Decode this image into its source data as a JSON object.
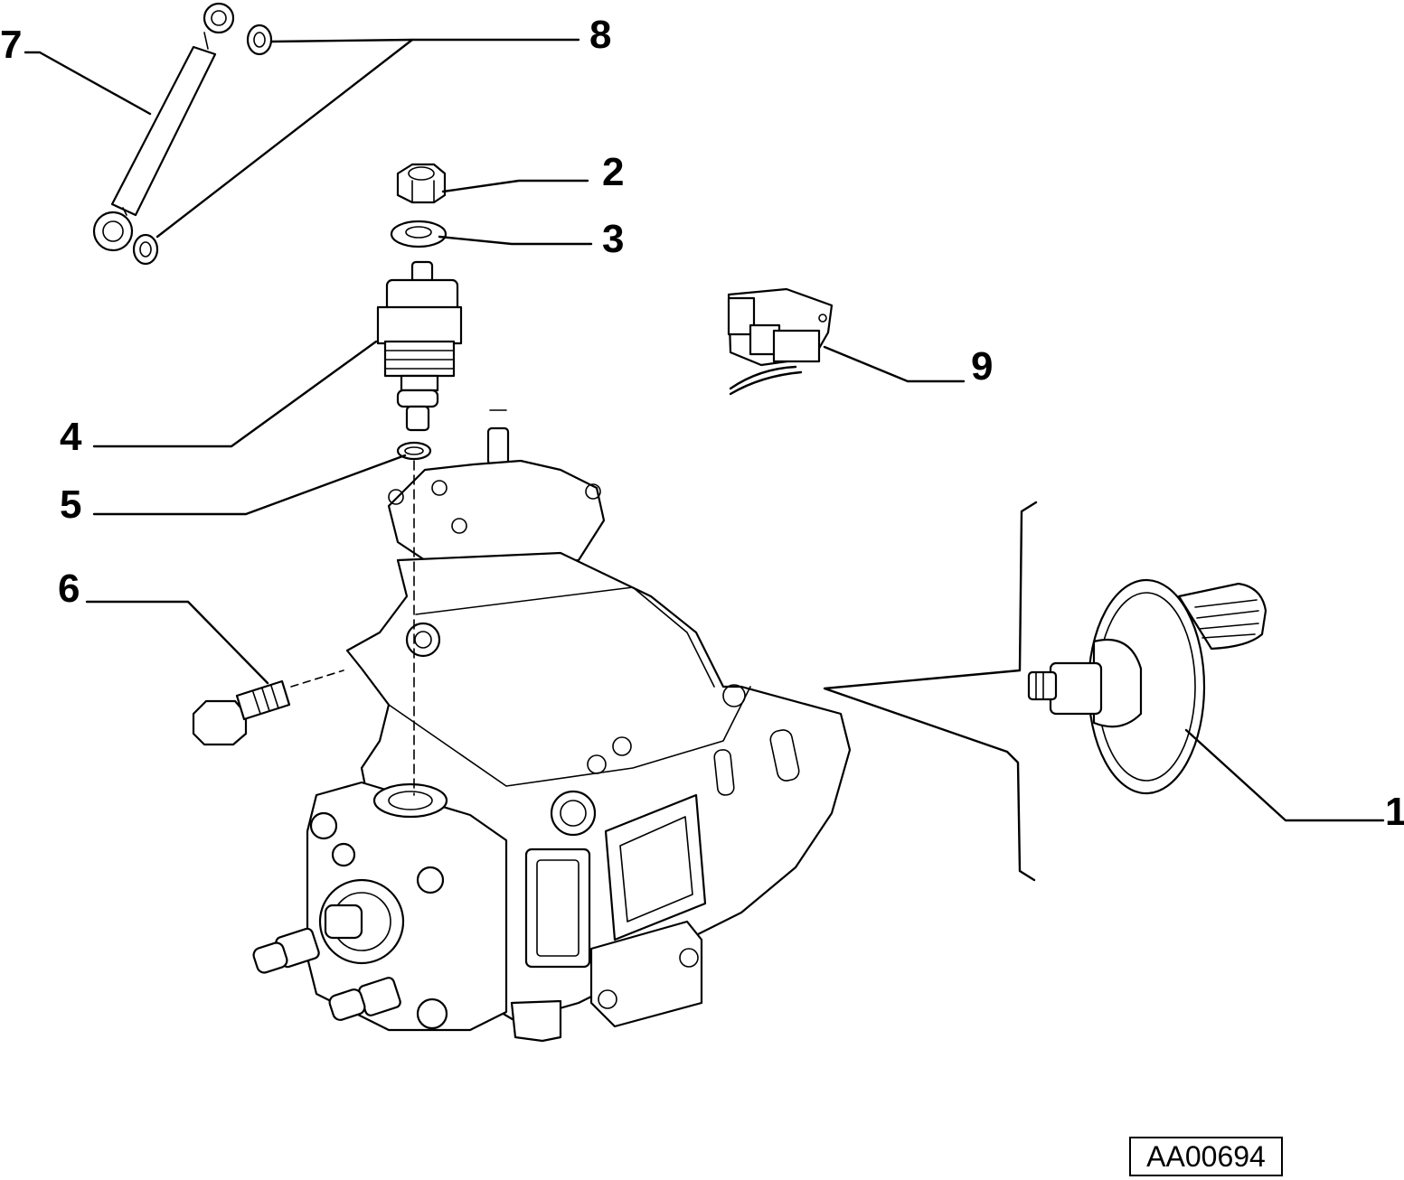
{
  "callouts": [
    {
      "id": "1",
      "label": "1"
    },
    {
      "id": "2",
      "label": "2"
    },
    {
      "id": "3",
      "label": "3"
    },
    {
      "id": "4",
      "label": "4"
    },
    {
      "id": "5",
      "label": "5"
    },
    {
      "id": "6",
      "label": "6"
    },
    {
      "id": "7",
      "label": "7"
    },
    {
      "id": "8",
      "label": "8"
    },
    {
      "id": "9",
      "label": "9"
    }
  ],
  "reference_code": "AA00694"
}
